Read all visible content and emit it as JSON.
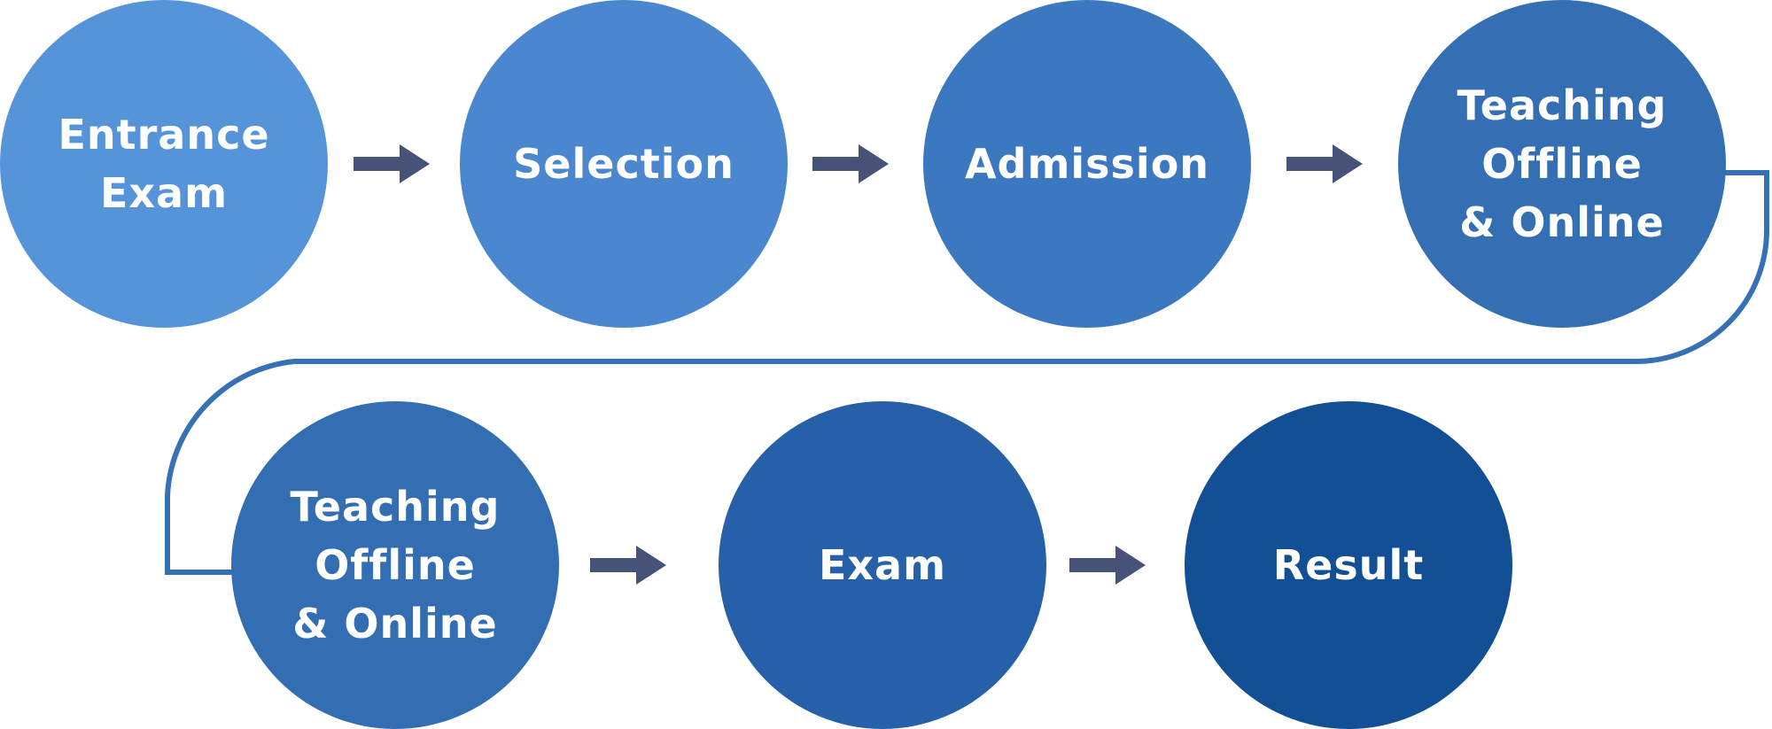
{
  "diagram": {
    "type": "process-flow",
    "steps": [
      {
        "id": "entrance-exam",
        "label": "Entrance\nExam",
        "color": "#5694DA"
      },
      {
        "id": "selection",
        "label": "Selection",
        "color": "#4A87CF"
      },
      {
        "id": "admission",
        "label": "Admission",
        "color": "#3B78C0"
      },
      {
        "id": "teaching-1",
        "label": "Teaching\nOffline\n& Online",
        "color": "#346FB4"
      },
      {
        "id": "teaching-2",
        "label": "Teaching\nOffline\n& Online",
        "color": "#336EB3"
      },
      {
        "id": "exam",
        "label": "Exam",
        "color": "#2560A8"
      },
      {
        "id": "result",
        "label": "Result",
        "color": "#124F95"
      }
    ],
    "edges": [
      {
        "from": "entrance-exam",
        "to": "selection",
        "style": "arrow"
      },
      {
        "from": "selection",
        "to": "admission",
        "style": "arrow"
      },
      {
        "from": "admission",
        "to": "teaching-1",
        "style": "arrow"
      },
      {
        "from": "teaching-1",
        "to": "teaching-2",
        "style": "connector-line"
      },
      {
        "from": "teaching-2",
        "to": "exam",
        "style": "arrow"
      },
      {
        "from": "exam",
        "to": "result",
        "style": "arrow"
      }
    ],
    "colors": {
      "arrow": "#465277",
      "connector": "#3670B5",
      "text": "#FFFFFF",
      "background": "#FFFFFF"
    }
  }
}
